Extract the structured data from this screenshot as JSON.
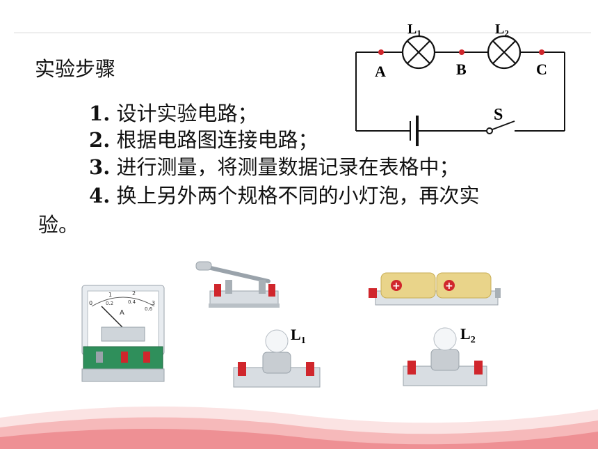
{
  "heading": "实验步骤",
  "steps": [
    {
      "num": "1",
      "text": "设计实验电路；"
    },
    {
      "num": "2",
      "text": "根据电路图连接电路；"
    },
    {
      "num": "3",
      "text": "进行测量，将测量数据记录在表格中；"
    },
    {
      "num": "4",
      "text": "换上另外两个规格不同的小灯泡，再次实"
    }
  ],
  "step4_continuation": "验。",
  "circuit": {
    "lamp1_letter": "L",
    "lamp1_sub": "1",
    "lamp2_letter": "L",
    "lamp2_sub": "2",
    "point_a": "A",
    "point_b": "B",
    "point_c": "C",
    "switch_label": "S"
  },
  "equipment": {
    "ammeter_scale_top": [
      "0",
      "1",
      "2",
      "3"
    ],
    "ammeter_scale_bottom": [
      "0.2",
      "0.4",
      "0.6"
    ],
    "ammeter_unit": "A",
    "battery_sign": "+",
    "bulb1_letter": "L",
    "bulb1_sub": "1",
    "bulb2_letter": "L",
    "bulb2_sub": "2"
  },
  "colors": {
    "accent_red": "#d0262c",
    "wire": "#111111",
    "footer_pink": "#f4a6a8"
  }
}
